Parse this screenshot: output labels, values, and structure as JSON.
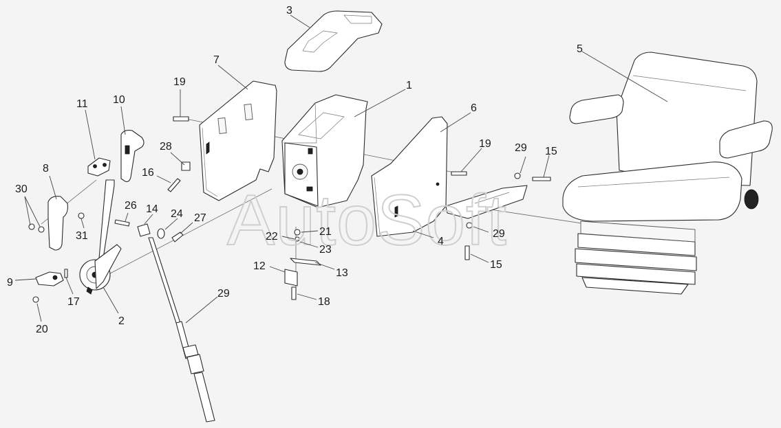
{
  "watermark": "AutoSoft",
  "callouts": [
    {
      "id": "1",
      "text": "1"
    },
    {
      "id": "2",
      "text": "2"
    },
    {
      "id": "3",
      "text": "3"
    },
    {
      "id": "4",
      "text": "4"
    },
    {
      "id": "5",
      "text": "5"
    },
    {
      "id": "6",
      "text": "6"
    },
    {
      "id": "7",
      "text": "7"
    },
    {
      "id": "8",
      "text": "8"
    },
    {
      "id": "9",
      "text": "9"
    },
    {
      "id": "10",
      "text": "10"
    },
    {
      "id": "11",
      "text": "11"
    },
    {
      "id": "12",
      "text": "12"
    },
    {
      "id": "13",
      "text": "13"
    },
    {
      "id": "14",
      "text": "14"
    },
    {
      "id": "15a",
      "text": "15"
    },
    {
      "id": "15b",
      "text": "15"
    },
    {
      "id": "16",
      "text": "16"
    },
    {
      "id": "17",
      "text": "17"
    },
    {
      "id": "18",
      "text": "18"
    },
    {
      "id": "19a",
      "text": "19"
    },
    {
      "id": "19b",
      "text": "19"
    },
    {
      "id": "20",
      "text": "20"
    },
    {
      "id": "21",
      "text": "21"
    },
    {
      "id": "22",
      "text": "22"
    },
    {
      "id": "23",
      "text": "23"
    },
    {
      "id": "24",
      "text": "24"
    },
    {
      "id": "26",
      "text": "26"
    },
    {
      "id": "27",
      "text": "27"
    },
    {
      "id": "28",
      "text": "28"
    },
    {
      "id": "29a",
      "text": "29"
    },
    {
      "id": "29b",
      "text": "29"
    },
    {
      "id": "29c",
      "text": "29"
    },
    {
      "id": "30",
      "text": "30"
    },
    {
      "id": "31",
      "text": "31"
    }
  ]
}
